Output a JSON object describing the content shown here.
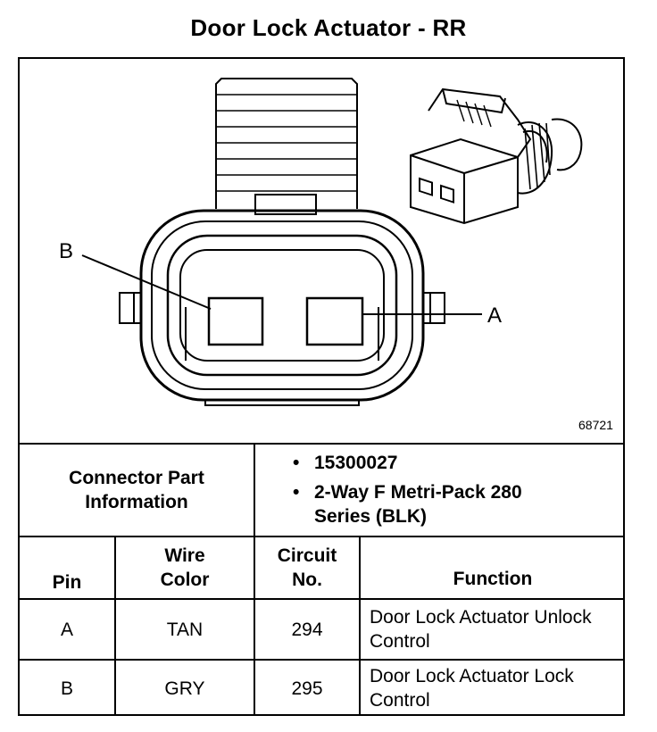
{
  "title": "Door Lock Actuator - RR",
  "figure_number": "68721",
  "pin_labels": {
    "a": "A",
    "b": "B"
  },
  "connector_info": {
    "label": "Connector Part Information",
    "items": [
      "15300027",
      "2-Way F Metri-Pack 280 Series (BLK)"
    ]
  },
  "table": {
    "headers": {
      "pin": "Pin",
      "wire_color": "Wire Color",
      "circuit_no": "Circuit No.",
      "function": "Function"
    },
    "rows": [
      {
        "pin": "A",
        "wire_color": "TAN",
        "circuit_no": "294",
        "function": "Door Lock Actuator Unlock Control"
      },
      {
        "pin": "B",
        "wire_color": "GRY",
        "circuit_no": "295",
        "function": "Door Lock Actuator Lock Control"
      }
    ]
  }
}
